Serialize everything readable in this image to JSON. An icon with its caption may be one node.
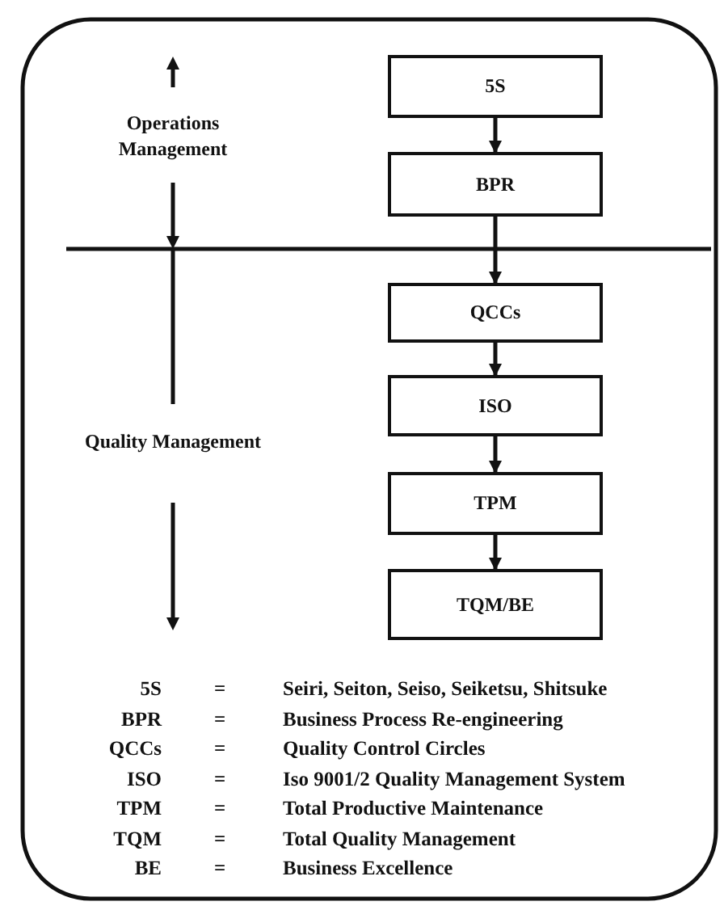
{
  "diagram": {
    "nodes": [
      {
        "text": [
          "5S"
        ]
      },
      {
        "text": [
          "BPR"
        ]
      },
      {
        "text": [
          "QCCs"
        ]
      },
      {
        "text": [
          "ISO"
        ]
      },
      {
        "text": [
          "TPM"
        ]
      },
      {
        "text": [
          "TQM/BE"
        ]
      }
    ],
    "edges": [
      {
        "from": 0,
        "to": 1,
        "arrow": "to"
      },
      {
        "from": 1,
        "to": 2,
        "arrow": "to"
      },
      {
        "from": 2,
        "to": 3,
        "arrow": "to"
      },
      {
        "from": 3,
        "to": 4,
        "arrow": "to"
      },
      {
        "from": 4,
        "to": 5,
        "arrow": "to"
      }
    ],
    "labels": [
      "Operations Management",
      "Quality Management",
      "5S",
      "=",
      "Seiri, Seiton, Seiso, Seiketsu, Shitsuke",
      "BPR",
      "=",
      "Business Process Re-engineering",
      "QCCs",
      "=",
      "Quality Control Circles",
      "ISO",
      "=",
      "Iso 9001/2 Quality Management System",
      "TPM",
      "=",
      "Total Productive Maintenance",
      "TQM",
      "=",
      "Total Quality Management",
      "BE",
      "=",
      "Business Excellence"
    ]
  }
}
